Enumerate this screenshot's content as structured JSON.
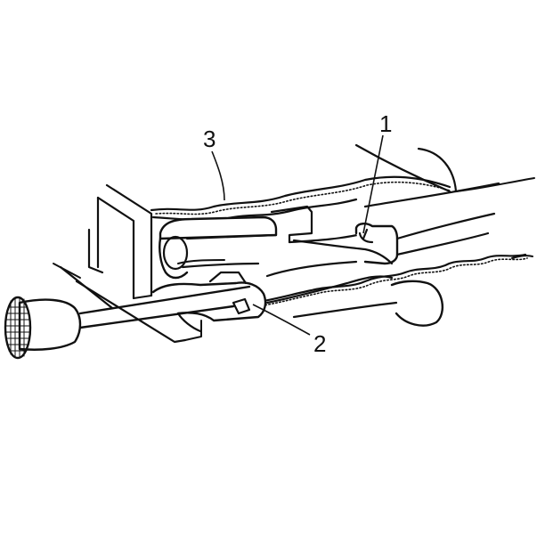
{
  "callouts": [
    {
      "id": "1",
      "text": "1"
    },
    {
      "id": "2",
      "text": "2"
    },
    {
      "id": "3",
      "text": "3"
    }
  ],
  "colors": {
    "ink": "#111111",
    "background": "#ffffff"
  }
}
